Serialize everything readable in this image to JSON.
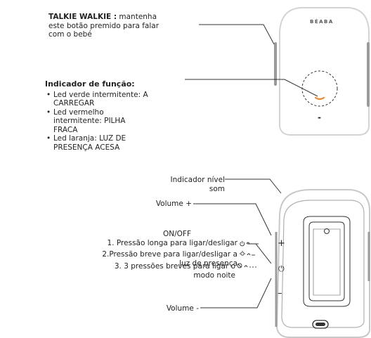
{
  "talkie": {
    "title": "TALKIE WALKIE :",
    "text": " mantenha\neste botão premido para falar\ncom o bebé"
  },
  "function_indicator": {
    "title": "Indicador de função:",
    "items": [
      "Led verde intermitente: A\nCARREGAR",
      "Led vermelho\nintermitente: PILHA\nFRACA",
      "Led laranja: LUZ DE\nPRESENÇA ACESA"
    ]
  },
  "brand": "BÉABA",
  "labels": {
    "sound_level": "Indicador nível\nsom",
    "volume_plus": "Volume +",
    "on_off": "ON/OFF",
    "press1": "1. Pressão longa para ligar/desligar",
    "press2": "2.Pressão breve  para ligar/desligar a\nluz de presença",
    "press3": "3. 3 pressões breves para ligar o\nmodo noite",
    "volume_minus": "Volume -"
  },
  "glyphs": {
    "plus": "+",
    "power": "⏻",
    "minus": "–",
    "small_minus": "-"
  },
  "colors": {
    "line": "#333333",
    "device_outline": "#cfcfcf",
    "device_border": "#b5b5b5",
    "led_orange": "#f28c1c",
    "text": "#222222"
  }
}
